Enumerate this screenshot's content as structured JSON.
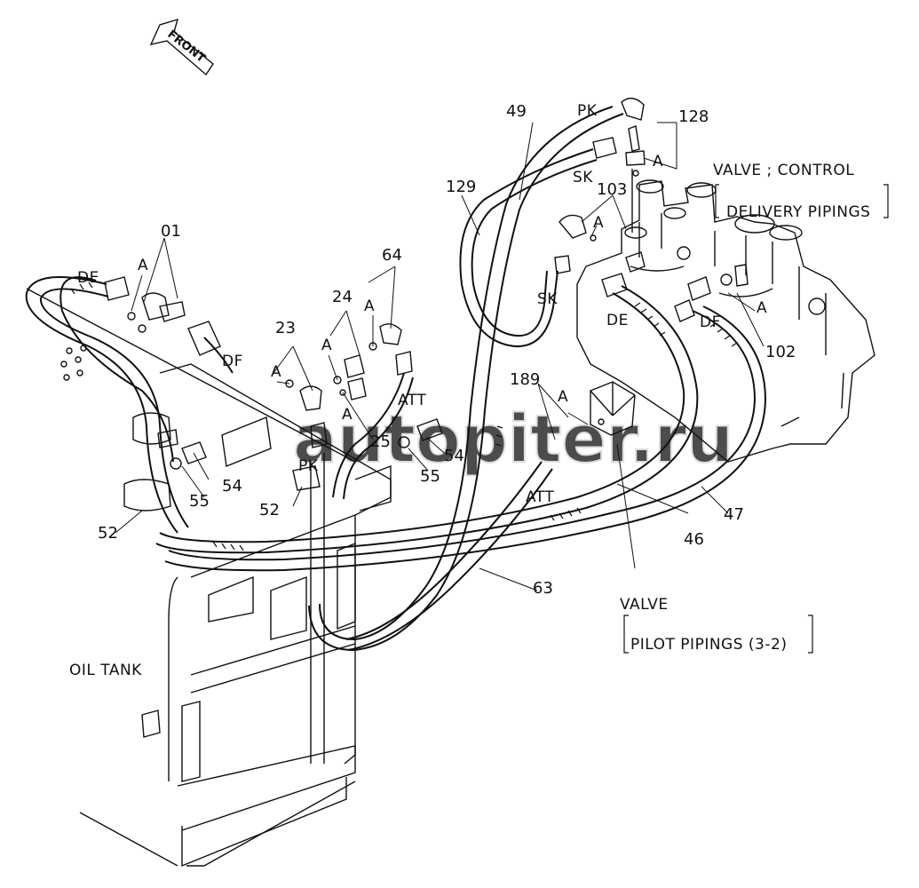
{
  "front_arrow": "FRONT",
  "watermark": "autopiter.ru",
  "titles": {
    "valve_control": "VALVE ; CONTROL",
    "delivery_pipings": "DELIVERY PIPINGS",
    "valve": "VALVE",
    "pilot_pipings": "PILOT PIPINGS (3-2)",
    "oil_tank": "OIL TANK"
  },
  "ports": {
    "pk_top": "PK",
    "sk_top": "SK",
    "sk_mid": "SK",
    "de_left": "DE",
    "df_left": "DF",
    "de_right": "DE",
    "df_right": "DF",
    "att_mid": "ATT",
    "att_low": "ATT",
    "pk_low": "PK"
  },
  "detail_marks": [
    "A",
    "A",
    "A",
    "A",
    "A",
    "A",
    "A",
    "A",
    "A"
  ],
  "part_numbers": {
    "p01": "01",
    "p23": "23",
    "p24": "24",
    "p25": "25",
    "p46": "46",
    "p47": "47",
    "p49": "49",
    "p52a": "52",
    "p52b": "52",
    "p54a": "54",
    "p54b": "54",
    "p55a": "55",
    "p55b": "55",
    "p63": "63",
    "p64": "64",
    "p102": "102",
    "p103": "103",
    "p128": "128",
    "p129": "129",
    "p189": "189"
  }
}
